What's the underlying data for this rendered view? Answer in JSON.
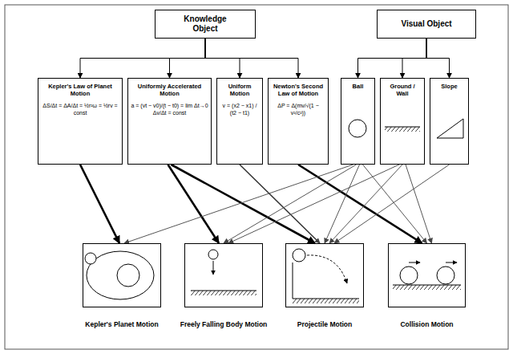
{
  "diagram": {
    "nodes": [
      {
        "text": [
          "Knowledge Object"
        ]
      },
      {
        "text": [
          "Visual Object"
        ]
      },
      {
        "text": [
          "Kepler's Law of Planet Motion",
          "ΔS/Δt = ΔA/Δt = ½r²ω = ½rv = const"
        ]
      },
      {
        "text": [
          "Uniformly Accelerated Motion",
          "a = (vt − v0)/(t − t0) = lim Δt→0 Δv/Δt = const"
        ]
      },
      {
        "text": [
          "Uniform Motion",
          "v = (x2 − x1) / (t2 − t1)"
        ]
      },
      {
        "text": [
          "Newton's Second Law of Motion",
          "ΔP = Δ(mv/√(1 − v²/c²))"
        ]
      },
      {
        "text": [
          "Ball"
        ]
      },
      {
        "text": [
          "Ground / Wall"
        ]
      },
      {
        "text": [
          "Slope"
        ]
      },
      {
        "text": [
          "Kepler's Planet Motion"
        ]
      },
      {
        "text": [
          "Freely Falling Body Motion"
        ]
      },
      {
        "text": [
          "Projectile Motion"
        ]
      },
      {
        "text": [
          "Collision Motion"
        ]
      }
    ],
    "edges": [
      {
        "from": 0,
        "to": 2,
        "arrow": "to"
      },
      {
        "from": 0,
        "to": 3,
        "arrow": "to"
      },
      {
        "from": 0,
        "to": 4,
        "arrow": "to"
      },
      {
        "from": 0,
        "to": 5,
        "arrow": "to"
      },
      {
        "from": 1,
        "to": 6,
        "arrow": "to"
      },
      {
        "from": 1,
        "to": 7,
        "arrow": "to"
      },
      {
        "from": 1,
        "to": 8,
        "arrow": "to"
      },
      {
        "from": 2,
        "to": 9,
        "arrow": "to"
      },
      {
        "from": 3,
        "to": 10,
        "arrow": "to"
      },
      {
        "from": 3,
        "to": 11,
        "arrow": "to"
      },
      {
        "from": 4,
        "to": 11,
        "arrow": "to"
      },
      {
        "from": 5,
        "to": 12,
        "arrow": "to"
      },
      {
        "from": 6,
        "to": 9,
        "arrow": "to"
      },
      {
        "from": 6,
        "to": 10,
        "arrow": "to"
      },
      {
        "from": 6,
        "to": 11,
        "arrow": "to"
      },
      {
        "from": 6,
        "to": 12,
        "arrow": "to"
      },
      {
        "from": 7,
        "to": 10,
        "arrow": "to"
      },
      {
        "from": 7,
        "to": 11,
        "arrow": "to"
      },
      {
        "from": 7,
        "to": 12,
        "arrow": "to"
      },
      {
        "from": 8,
        "to": 11,
        "arrow": "to"
      }
    ]
  }
}
